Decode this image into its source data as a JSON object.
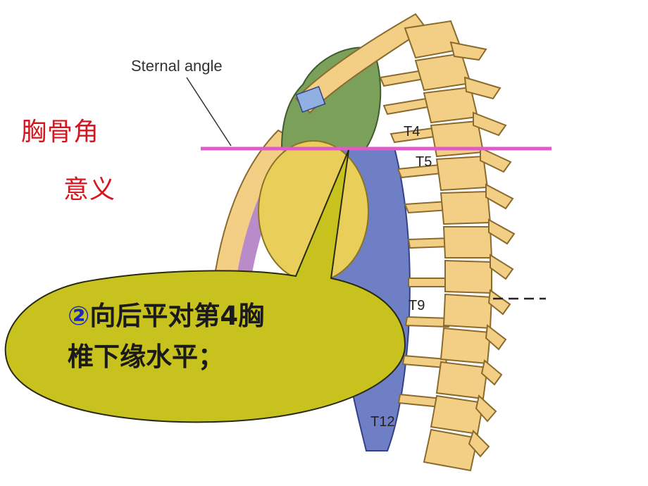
{
  "labels": {
    "sternal_angle": "Sternal angle",
    "t4": "T4",
    "t5": "T5",
    "t9": "T9",
    "t12": "T12"
  },
  "title": {
    "line1": "胸骨角",
    "line2": "意义"
  },
  "callout": {
    "marker": "②",
    "line1_rest": "向后平对第4胸",
    "line2": "椎下缘水平；"
  },
  "colors": {
    "title_red": "#d8141e",
    "reference_line": "#e05ac8",
    "callout_fill": "#c8c21e",
    "bone": "#f3cf86",
    "lung_green": "#7aa05a",
    "heart_yellow": "#e9cf5a",
    "mediastinum_blue": "#6f7fc6"
  }
}
